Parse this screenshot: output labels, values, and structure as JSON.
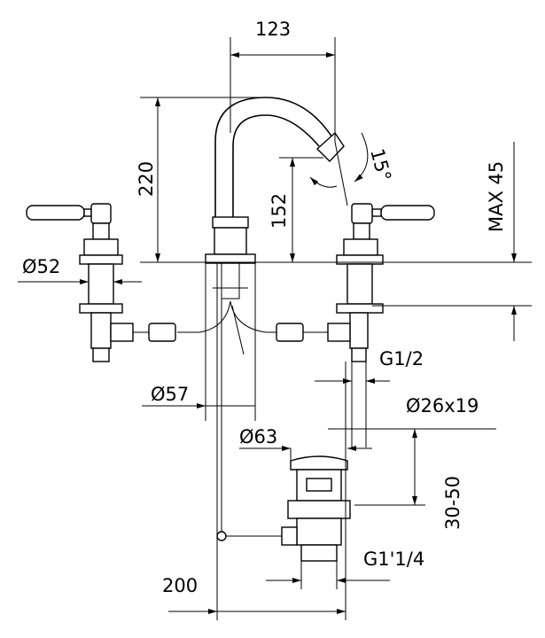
{
  "drawing": {
    "title": "Three-hole basin mixer technical drawing",
    "dimensions": {
      "spout_reach": "123",
      "total_height": "220",
      "spout_height": "152",
      "swivel_angle": "15°",
      "max_deck_thickness": "MAX 45",
      "handle_flange_diameter": "Ø52",
      "inlet_thread": "G1/2",
      "spout_flange_diameter": "Ø57",
      "hose_diameter": "Ø26x19",
      "waste_diameter": "Ø63",
      "waste_adjust": "30-50",
      "waste_thread": "G1'1/4",
      "handle_spacing": "200"
    }
  }
}
